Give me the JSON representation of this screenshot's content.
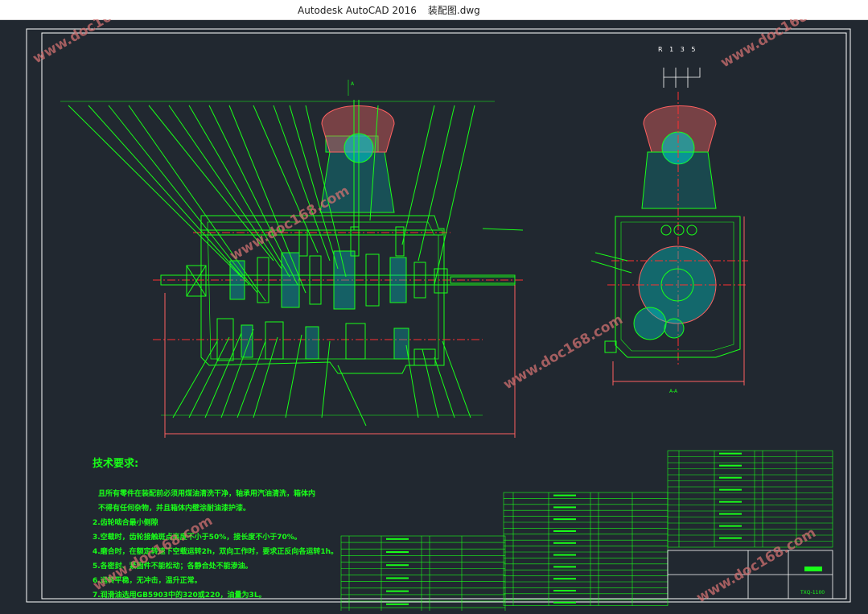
{
  "window": {
    "app_name": "Autodesk AutoCAD 2016",
    "file_name": "装配图.dwg"
  },
  "drawing": {
    "shift_pattern_label": "R 1 3 5",
    "section_label": "A-A",
    "view_label": "A",
    "tech_req_title": "技术要求:",
    "tech_req_lines": [
      "且所有零件在装配前必须用煤油清洗干净，轴承用汽油清洗，箱体内",
      "不得有任何杂物，并且箱体内壁涂耐油漆护漆。",
      "2.齿轮啮合最小侧隙",
      "3.空载时，齿轮接触斑点高度不小于50%，接长度不小于70%。",
      "4.磨合时，在额定转速下空载运转2h，双向工作时，要求正反向各运转1h。",
      "5.各密封、紧固件不能松动；各静合处不能渗油。",
      "6.运转平稳，无冲击，温升正常。",
      "7.润滑油选用GB5903中的320或220，油量为3L。"
    ],
    "watermark": "www.doc168.com",
    "title_block_code": "TXQ-1100"
  },
  "colors": {
    "background": "#212830",
    "linework": "#19ff19",
    "frame": "#ffffff",
    "hatch": "#00c8c8",
    "centerline": "#ff3030",
    "dimension": "#ff6060",
    "watermark": "#c06060"
  }
}
